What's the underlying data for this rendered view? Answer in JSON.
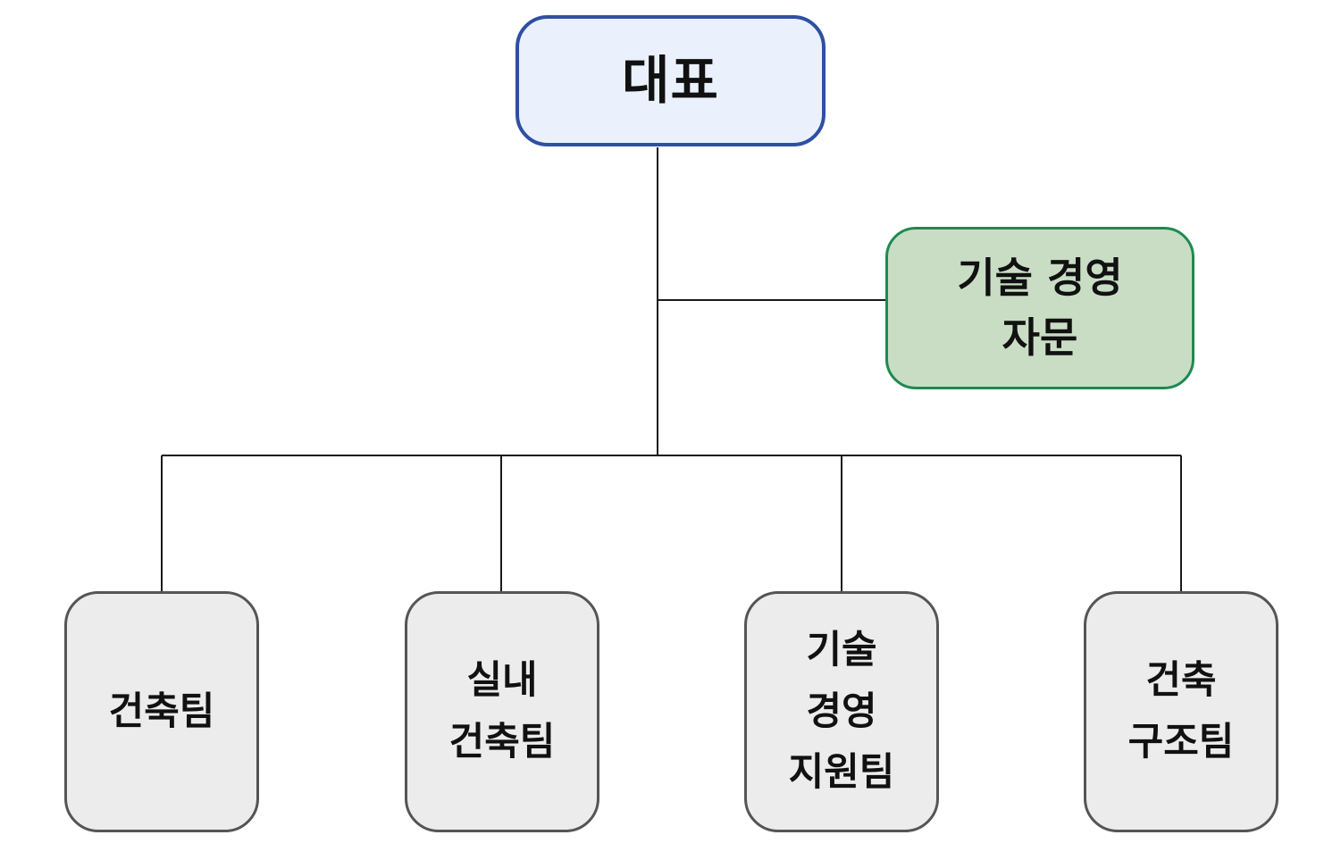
{
  "org_chart": {
    "root": {
      "label": "대표",
      "border_color": "#2e4fa3",
      "fill_color": "#eaf1fd"
    },
    "advisory": {
      "label": "기술 경영\n자문",
      "border_color": "#1e8a4f",
      "fill_color": "#c9ddc5"
    },
    "teams": [
      {
        "label": "건축팀"
      },
      {
        "label": "실내\n건축팀"
      },
      {
        "label": "기술\n경영\n지원팀"
      },
      {
        "label": "건축\n구조팀"
      }
    ],
    "team_border_color": "#555555",
    "team_fill_color": "#ececec",
    "connector_color": "#1a1a1a"
  }
}
